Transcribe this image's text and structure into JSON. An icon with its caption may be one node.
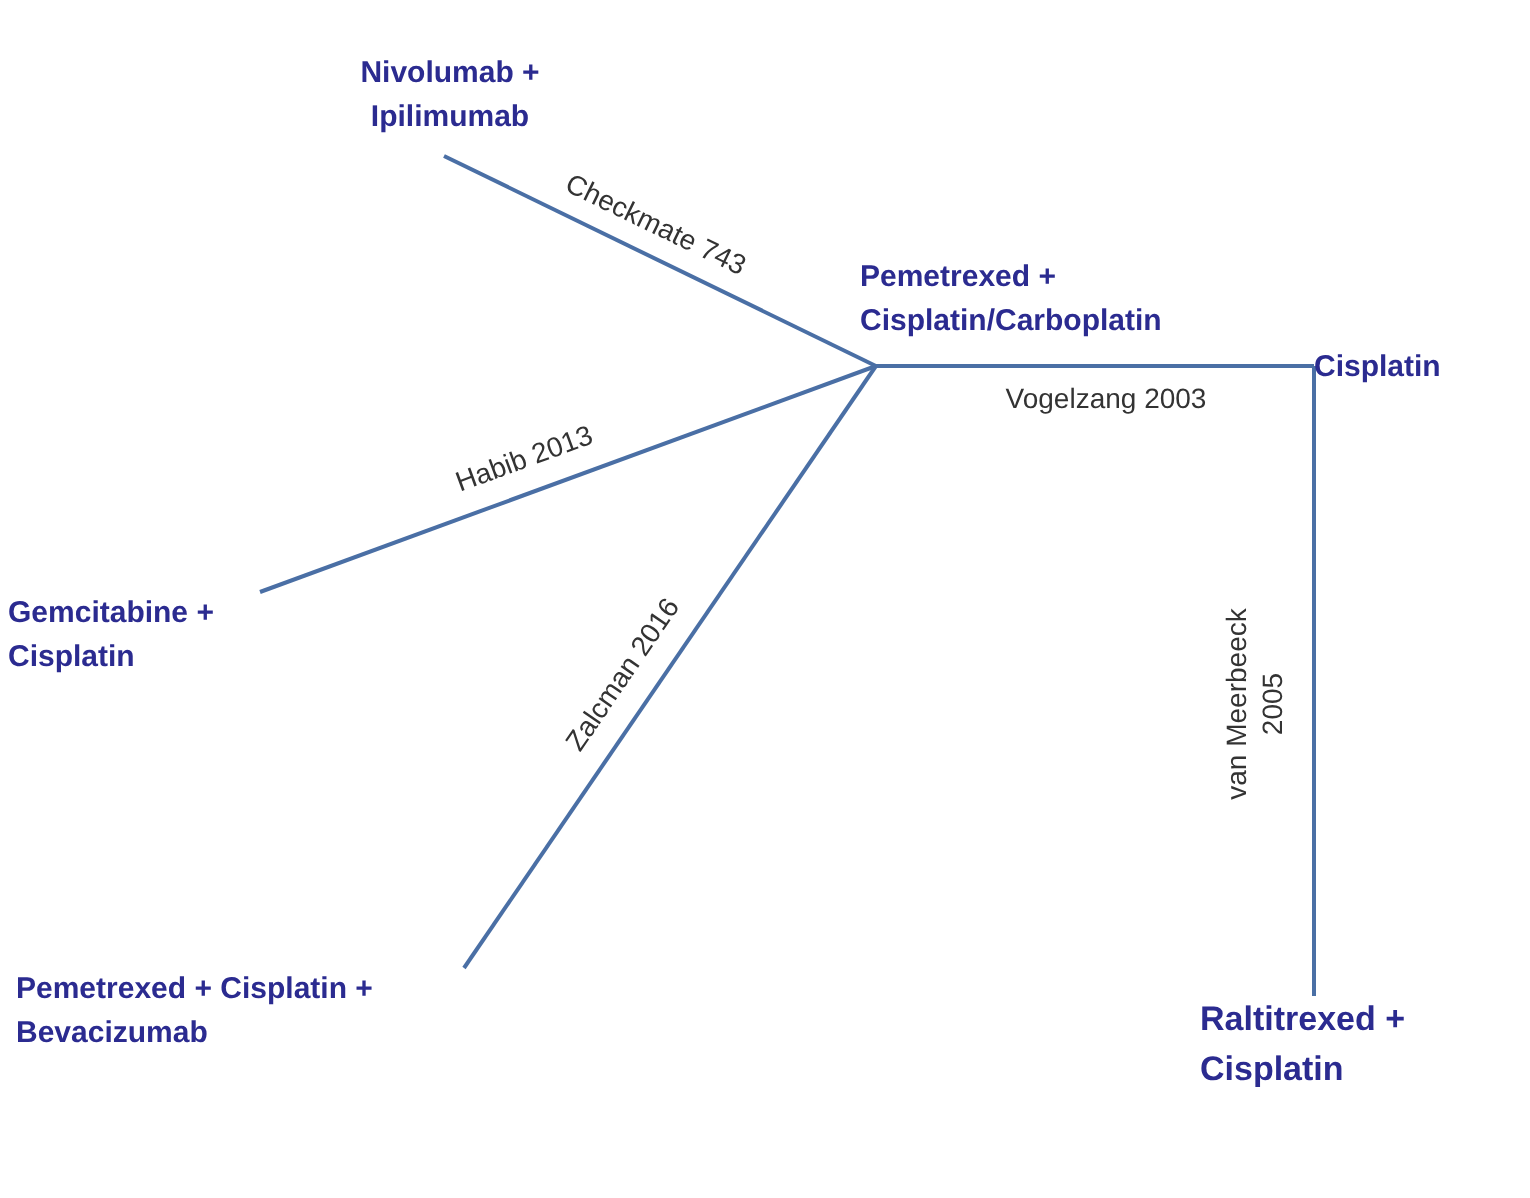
{
  "diagram": {
    "nodes": [
      {
        "text": [
          "Nivolumab + Ipilimumab"
        ]
      },
      {
        "text": [
          "Pemetrexed + Cisplatin/Carboplatin"
        ]
      },
      {
        "text": [
          "Cisplatin"
        ]
      },
      {
        "text": [
          "Gemcitabine + Cisplatin"
        ]
      },
      {
        "text": [
          "Pemetrexed + Cisplatin + Bevacizumab"
        ]
      },
      {
        "text": [
          "Raltitrexed + Cisplatin"
        ]
      }
    ],
    "edges": [
      {
        "from": 0,
        "to": 1,
        "arrow": "none",
        "label": "Checkmate 743"
      },
      {
        "from": 3,
        "to": 1,
        "arrow": "none",
        "label": "Habib 2013"
      },
      {
        "from": 4,
        "to": 1,
        "arrow": "none",
        "label": "Zalcman 2016"
      },
      {
        "from": 1,
        "to": 2,
        "arrow": "none",
        "label": "Vogelzang 2003"
      },
      {
        "from": 2,
        "to": 5,
        "arrow": "none",
        "label": "van Meerbeeck 2005"
      }
    ]
  }
}
